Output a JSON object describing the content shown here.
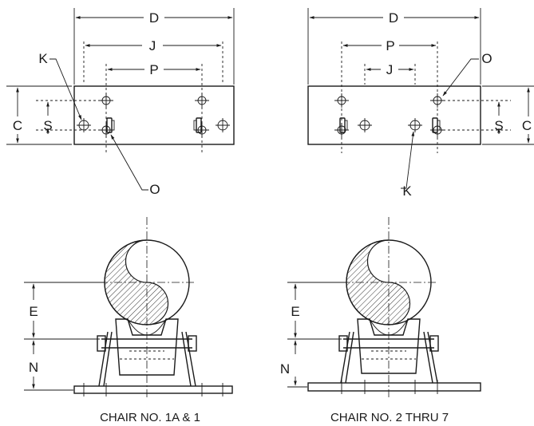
{
  "labels": {
    "D": "D",
    "J": "J",
    "P": "P",
    "K": "K",
    "O": "O",
    "C": "C",
    "S": "S",
    "E": "E",
    "N": "N"
  },
  "captions": {
    "left": "CHAIR NO. 1A & 1",
    "right": "CHAIR NO. 2 THRU 7"
  }
}
